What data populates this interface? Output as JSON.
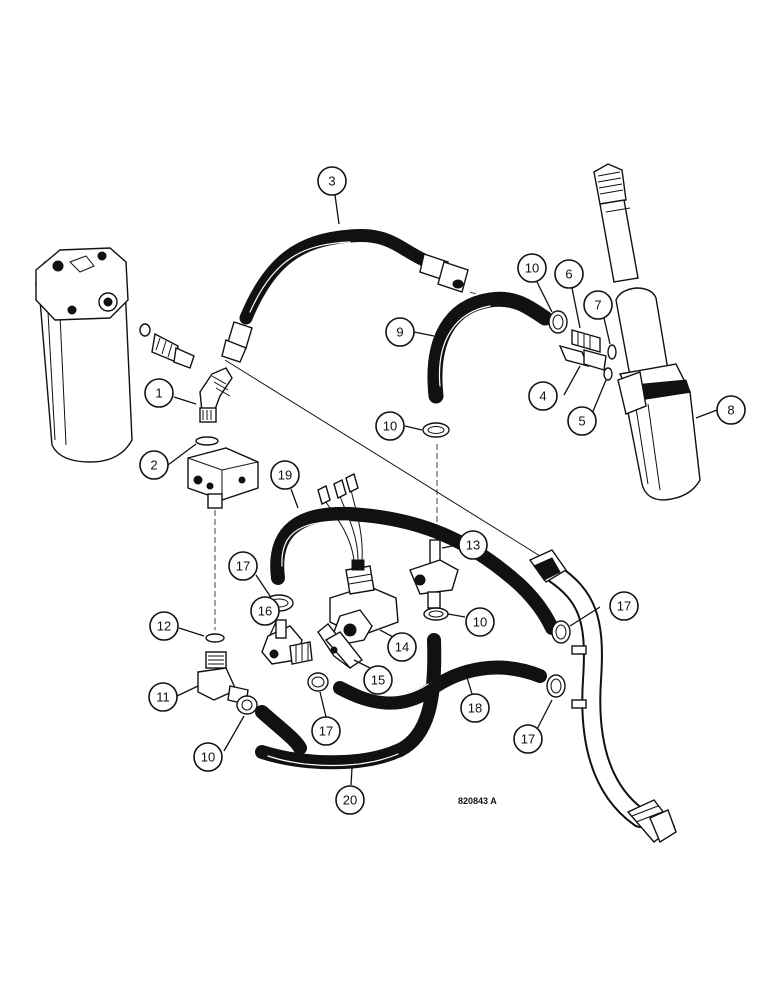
{
  "figure_code": "820843 A",
  "callouts": {
    "c1": "1",
    "c2": "2",
    "c3": "3",
    "c4": "4",
    "c5": "5",
    "c6": "6",
    "c7": "7",
    "c8": "8",
    "c9": "9",
    "c10a": "10",
    "c10b": "10",
    "c10c": "10",
    "c10d": "10",
    "c11": "11",
    "c12": "12",
    "c13": "13",
    "c14": "14",
    "c15": "15",
    "c16": "16",
    "c17a": "17",
    "c17b": "17",
    "c17c": "17",
    "c17d": "17",
    "c18": "18",
    "c19": "19",
    "c20": "20"
  }
}
